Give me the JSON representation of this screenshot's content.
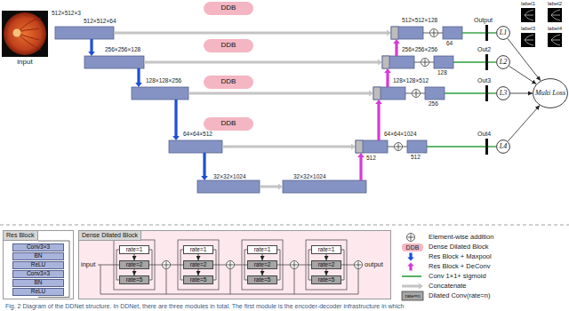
{
  "diagram": {
    "caption": "Fig. 2 Diagram of the DDNet structure. In DDNet, there are three modules in total. The first module is the encoder-decoder infrastructure in which",
    "nodes": [
      {
        "text": [
          "DDB"
        ]
      },
      {
        "text": [
          "DDB"
        ]
      },
      {
        "text": [
          "DDB"
        ]
      },
      {
        "text": [
          "DDB"
        ]
      },
      {
        "text": [
          "L1"
        ]
      },
      {
        "text": [
          "L2"
        ]
      },
      {
        "text": [
          "L3"
        ]
      },
      {
        "text": [
          "L4"
        ]
      },
      {
        "text": [
          "Multi Loss"
        ]
      },
      {
        "text": [
          "Res Block"
        ]
      },
      {
        "text": [
          "Conv3×3"
        ],
        "in": 9
      },
      {
        "text": [
          "BN"
        ],
        "in": 9
      },
      {
        "text": [
          "ReLU"
        ],
        "in": 9
      },
      {
        "text": [
          "Conv3×3"
        ],
        "in": 9
      },
      {
        "text": [
          "BN"
        ],
        "in": 9
      },
      {
        "text": [
          "ReLU"
        ],
        "in": 9
      },
      {
        "text": [
          "Dense Dilated Block"
        ]
      },
      {
        "text": [
          "rate=1"
        ],
        "in": 16
      },
      {
        "text": [
          "rate=2"
        ],
        "in": 16
      },
      {
        "text": [
          "rate=5"
        ],
        "in": 16
      },
      {
        "text": [
          "rate=1"
        ],
        "in": 16
      },
      {
        "text": [
          "rate=2"
        ],
        "in": 16
      },
      {
        "text": [
          "rate=5"
        ],
        "in": 16
      },
      {
        "text": [
          "rate=1"
        ],
        "in": 16
      },
      {
        "text": [
          "rate=2"
        ],
        "in": 16
      },
      {
        "text": [
          "rate=5"
        ],
        "in": 16
      },
      {
        "text": [
          "rate=1"
        ],
        "in": 16
      },
      {
        "text": [
          "rate=2"
        ],
        "in": 16
      },
      {
        "text": [
          "rate=5"
        ],
        "in": 16
      }
    ],
    "edges": [
      {
        "from": 4,
        "to": 8,
        "arrow": "to"
      },
      {
        "from": 5,
        "to": 8,
        "arrow": "to"
      },
      {
        "from": 6,
        "to": 8,
        "arrow": "to"
      },
      {
        "from": 7,
        "to": 8,
        "arrow": "to"
      },
      {
        "from": 17,
        "to": 18,
        "arrow": "to"
      },
      {
        "from": 18,
        "to": 19,
        "arrow": "to"
      },
      {
        "from": 20,
        "to": 21,
        "arrow": "to"
      },
      {
        "from": 21,
        "to": 22,
        "arrow": "to"
      },
      {
        "from": 23,
        "to": 24,
        "arrow": "to"
      },
      {
        "from": 24,
        "to": 25,
        "arrow": "to"
      },
      {
        "from": 26,
        "to": 27,
        "arrow": "to"
      },
      {
        "from": 27,
        "to": 28,
        "arrow": "to"
      }
    ],
    "labels": [
      "input",
      "512×512×3",
      "512×512×64",
      "512×512×128",
      "64",
      "Output",
      "256×256×128",
      "256×256×256",
      "128",
      "Out2",
      "128×128×256",
      "128×128×512",
      "256",
      "Out3",
      "64×64×512",
      "64×64×1024",
      "512",
      "512",
      "Out4",
      "32×32×1024",
      "32×32×1024",
      "label1",
      "label2",
      "label3",
      "label4",
      "input",
      "output",
      "DDB",
      "rate=n"
    ],
    "legend": [
      {
        "text": "Element-wise addition"
      },
      {
        "text": "Dense Dilated Block",
        "color": "#f4b6c2"
      },
      {
        "text": "Res Block + Maxpool"
      },
      {
        "text": "Res Block + DeConv"
      },
      {
        "text": "Conv 1×1+ sigmoid"
      },
      {
        "text": "Concatenate"
      },
      {
        "text": "Dilated Conv(rate=n)"
      }
    ]
  }
}
